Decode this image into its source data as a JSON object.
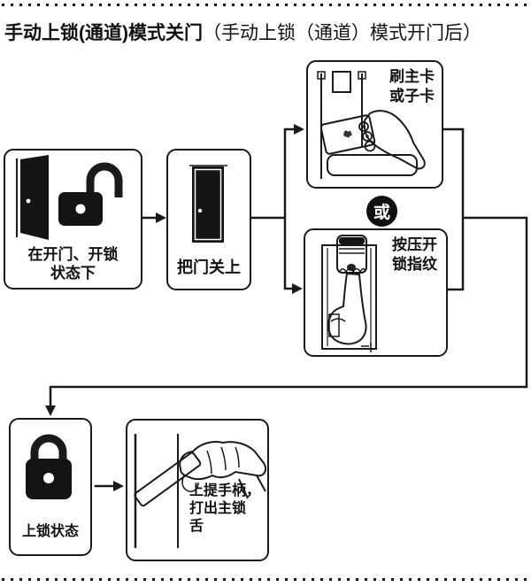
{
  "title": {
    "bold": "手动上锁(通道)模式关门",
    "paren": "（手动上锁（通道）模式开门后）"
  },
  "flow": {
    "open_state": {
      "label": "在开门、开锁\n状态下"
    },
    "close_door": {
      "label": "把门关上"
    },
    "swipe_card": {
      "label": "刷主卡\n或子卡"
    },
    "or": {
      "label": "或"
    },
    "press_fingerprint": {
      "label": "按压开\n锁指纹"
    },
    "locked_state": {
      "label": "上锁状态"
    },
    "lift_handle": {
      "label": "上提手柄，\n打出主锁\n舌"
    }
  },
  "icons": {
    "open_state": [
      "open-door-icon",
      "unlocked-padlock-icon"
    ],
    "close_door": [
      "closed-door-icon"
    ],
    "swipe_card": [
      "card-swipe-hand-icon"
    ],
    "press_fingerprint": [
      "fingerprint-press-hand-icon"
    ],
    "locked_state": [
      "locked-padlock-icon"
    ],
    "lift_handle": [
      "lift-handle-hand-icon"
    ]
  },
  "colors": {
    "ink": "#1a1a1a",
    "badge_bg": "#111111",
    "background": "#ffffff"
  }
}
